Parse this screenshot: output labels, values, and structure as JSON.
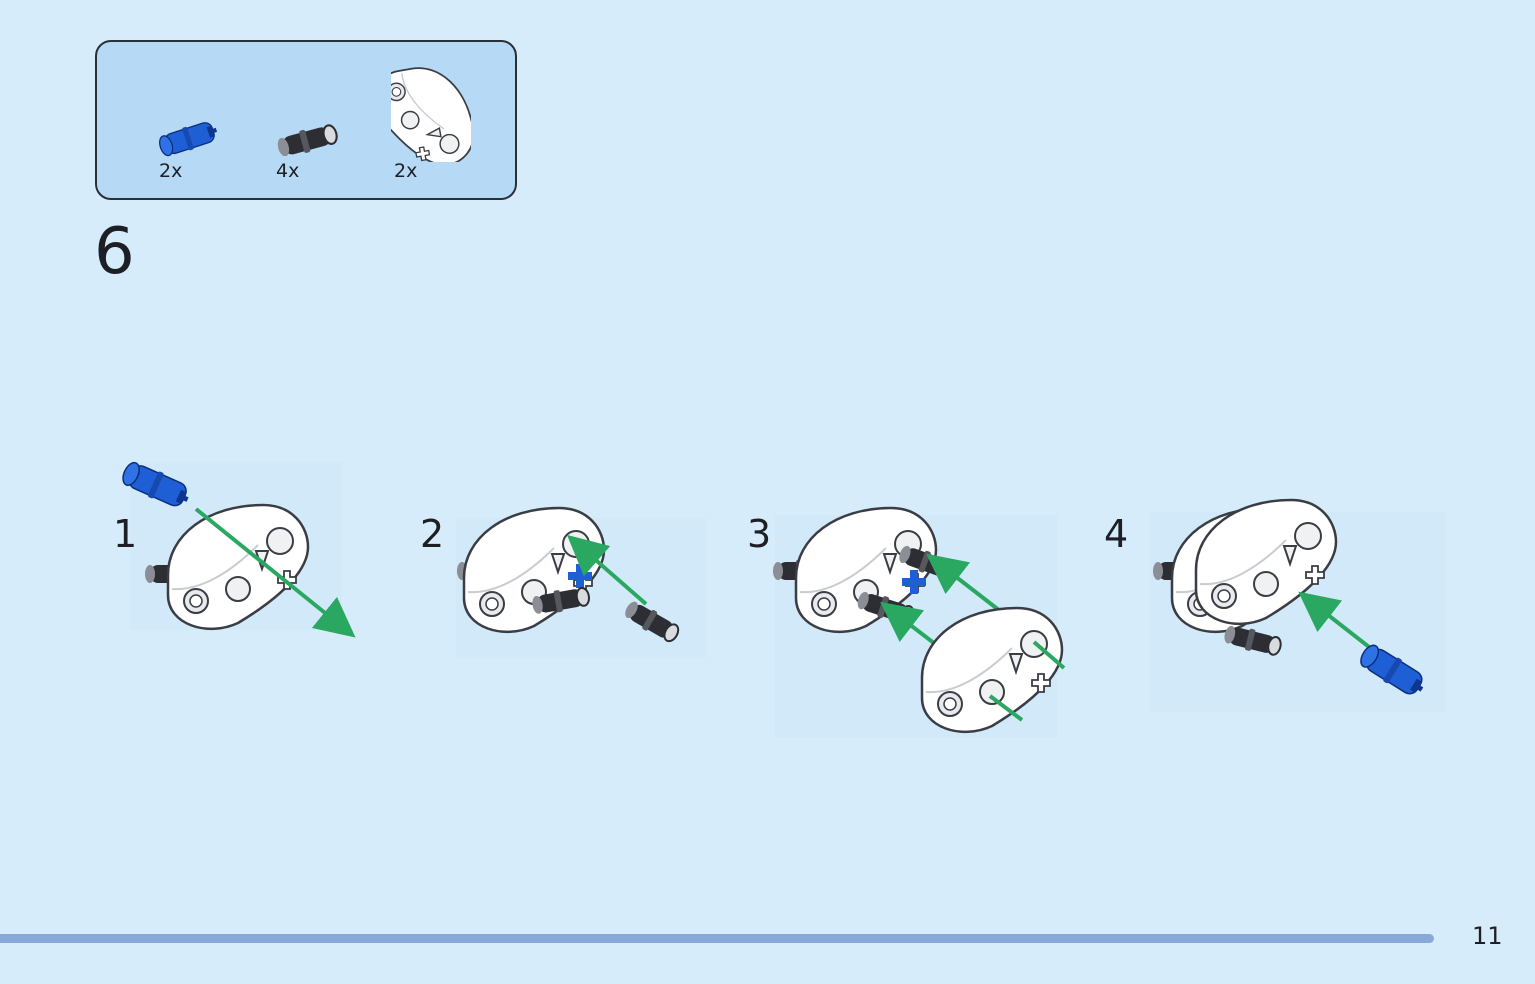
{
  "parts": {
    "blue_pin_qty": "2x",
    "black_pin_qty": "4x",
    "white_beam_qty": "2x"
  },
  "step": {
    "number": "6",
    "substeps": [
      "1",
      "2",
      "3",
      "4"
    ]
  },
  "colors": {
    "background": "#d6ecfa",
    "parts_box": "#b6d9f6",
    "arrow": "#2aa861",
    "blue_pin": "#1f5fd6",
    "progress": "#86a9da"
  },
  "footer": {
    "page_number": "11"
  }
}
